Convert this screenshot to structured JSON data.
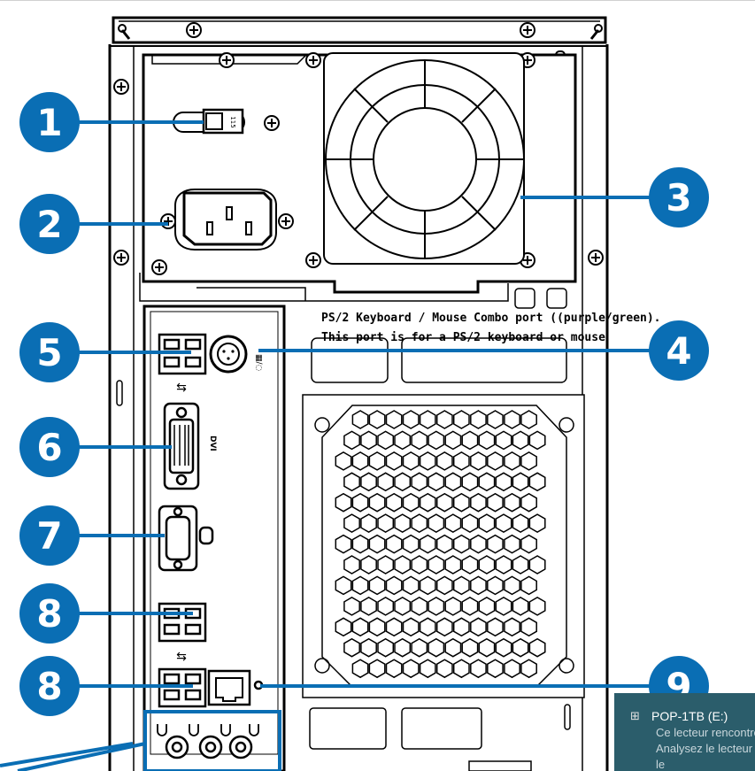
{
  "callout_numbers": [
    "1",
    "2",
    "3",
    "4",
    "5",
    "6",
    "7",
    "8",
    "8",
    "9"
  ],
  "callout_color": "#0a6eb4",
  "outline_color": "#000000",
  "port_labels": {
    "dvi": "DVI"
  },
  "ps2_note": {
    "line1": "PS/2 Keyboard / Mouse Combo port ((purple/green).",
    "line2": "This port is for a PS/2 keyboard  or mouse"
  },
  "notification": {
    "icon": "drive-icon",
    "title": "POP-1TB (E:)",
    "line1": "Ce lecteur rencontre",
    "line2": "Analysez le lecteur",
    "line3": "le",
    "background": "#2b5d6b"
  }
}
